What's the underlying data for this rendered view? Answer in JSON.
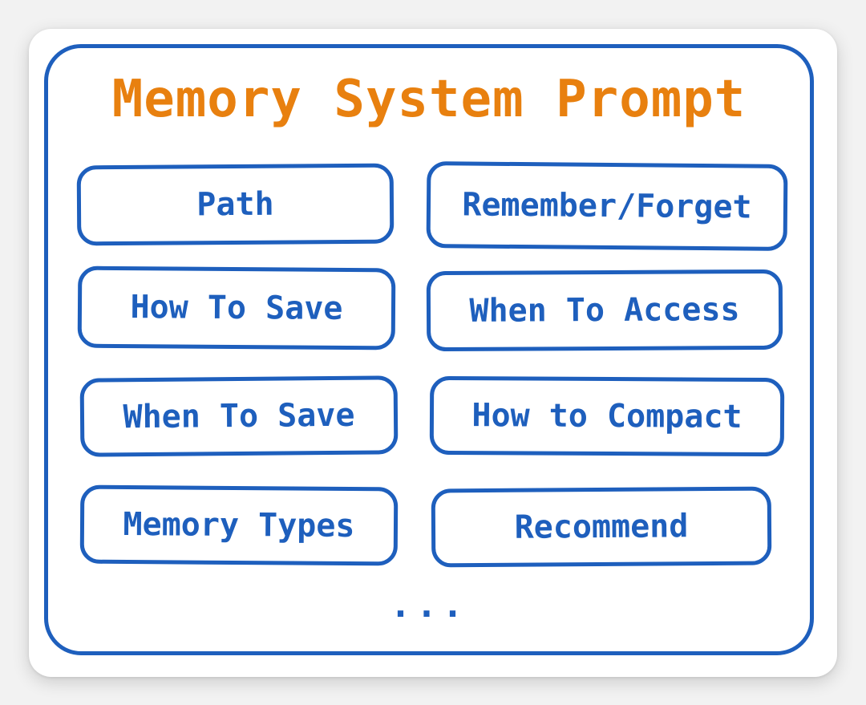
{
  "diagram": {
    "title": "Memory System Prompt",
    "items": [
      "Path",
      "Remember/Forget",
      "How To Save",
      "When To Access",
      "When To Save",
      "How to Compact",
      "Memory Types",
      "Recommend"
    ],
    "ellipsis": "...",
    "colors": {
      "title": "#e8800f",
      "accent": "#1e5fbd",
      "background": "#ffffff"
    }
  }
}
